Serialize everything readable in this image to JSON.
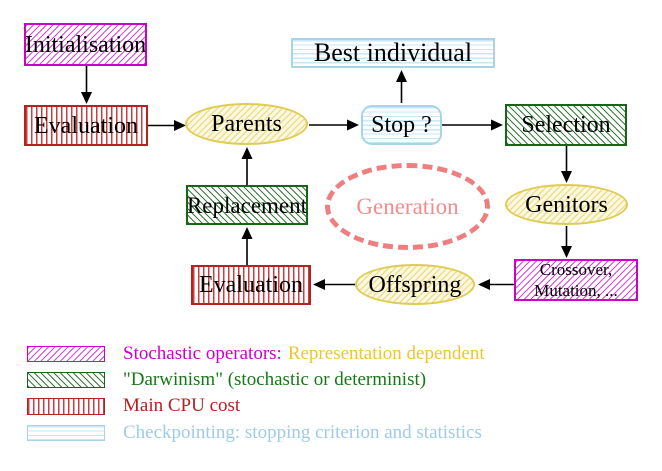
{
  "nodes": {
    "initialisation": "Initialisation",
    "evaluation_top": "Evaluation",
    "parents": "Parents",
    "best_individual": "Best individual",
    "stop": "Stop ?",
    "selection": "Selection",
    "replacement": "Replacement",
    "generation": "Generation",
    "genitors": "Genitors",
    "evaluation_bottom": "Evaluation",
    "offspring": "Offspring",
    "crossover_line1": "Crossover,",
    "crossover_line2": "Mutation, ..."
  },
  "legend": {
    "stochastic_label": "Stochastic operators:",
    "representation_label": "Representation dependent",
    "darwinism_label": "\"Darwinism\" (stochastic or determinist)",
    "cpu_label": "Main CPU cost",
    "checkpointing_label": "Checkpointing: stopping criterion and statistics"
  },
  "colors": {
    "magenta": "#cc00cc",
    "green": "#176617",
    "red": "#b52222",
    "cyan": "#a8d4ea",
    "yellow_border": "#e0cb55",
    "gold_text": "#eec62e",
    "salmon": "#ef7f7f",
    "arrow": "#000000"
  }
}
